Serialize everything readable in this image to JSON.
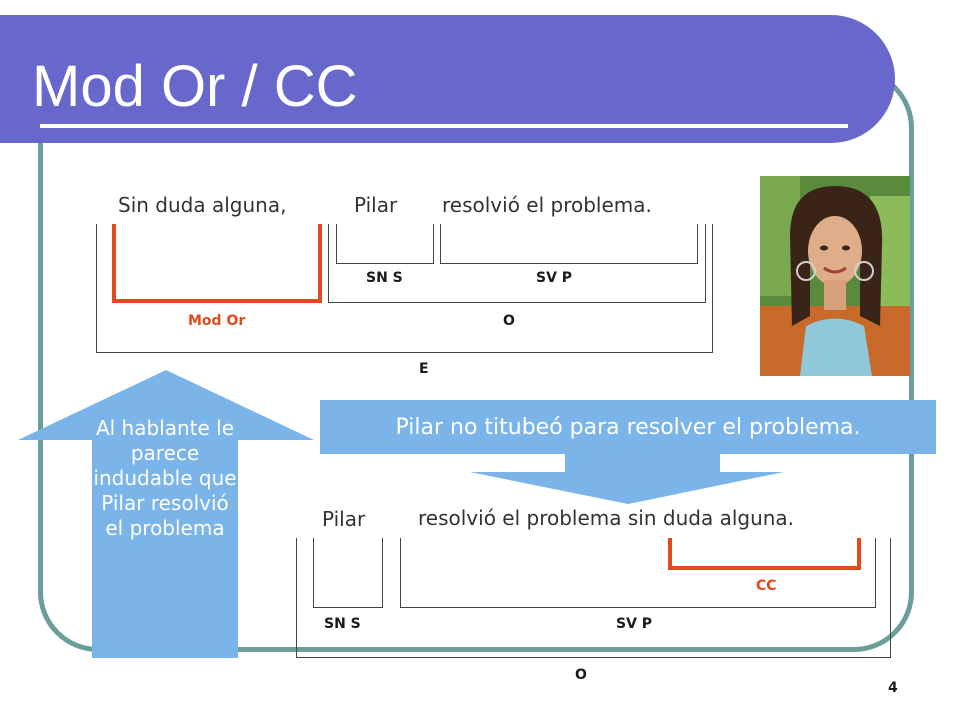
{
  "slide": {
    "title": "Mod Or / CC",
    "page_number": "4"
  },
  "diagram1": {
    "segments": [
      "Sin duda alguna,",
      "Pilar",
      "resolvió el problema."
    ],
    "labels": {
      "sn_s": "SN S",
      "sv_p": "SV P",
      "mod_or": "Mod Or",
      "o": "O",
      "e": "E"
    }
  },
  "callout": {
    "text": "Pilar no titubeó para resolver el problema."
  },
  "side_note": {
    "text": "Al hablante le parece indudable que Pilar resolvió el problema"
  },
  "diagram2": {
    "segments": [
      "Pilar",
      "resolvió el problema sin duda alguna."
    ],
    "labels": {
      "cc": "CC",
      "sn_s": "SN S",
      "sv_p": "SV P",
      "o": "O"
    }
  },
  "colors": {
    "title_bg": "#6767cc",
    "frame": "#6a9e9a",
    "accent_red": "#e04a1c",
    "callout_blue": "#7ab4e8"
  }
}
